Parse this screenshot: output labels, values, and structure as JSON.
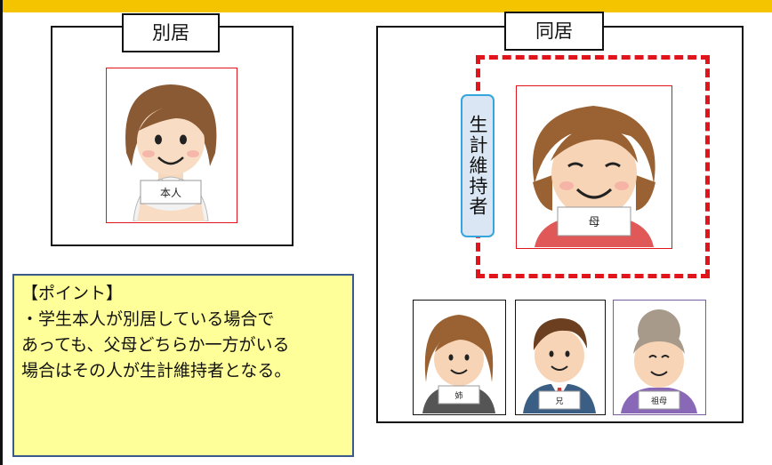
{
  "tabs": {
    "separate": "別居",
    "together": "同居"
  },
  "breadwinner_label": "生計維持者",
  "badges": {
    "self": "本人",
    "mother": "母",
    "sister": "姉",
    "brother": "兄",
    "grandmother": "祖母"
  },
  "point": {
    "heading": "【ポイント】",
    "lines": [
      "・学生本人が別居している場合で",
      "あっても、父母どちらか一方がいる",
      "場合はその人が生計維持者となる。"
    ]
  }
}
